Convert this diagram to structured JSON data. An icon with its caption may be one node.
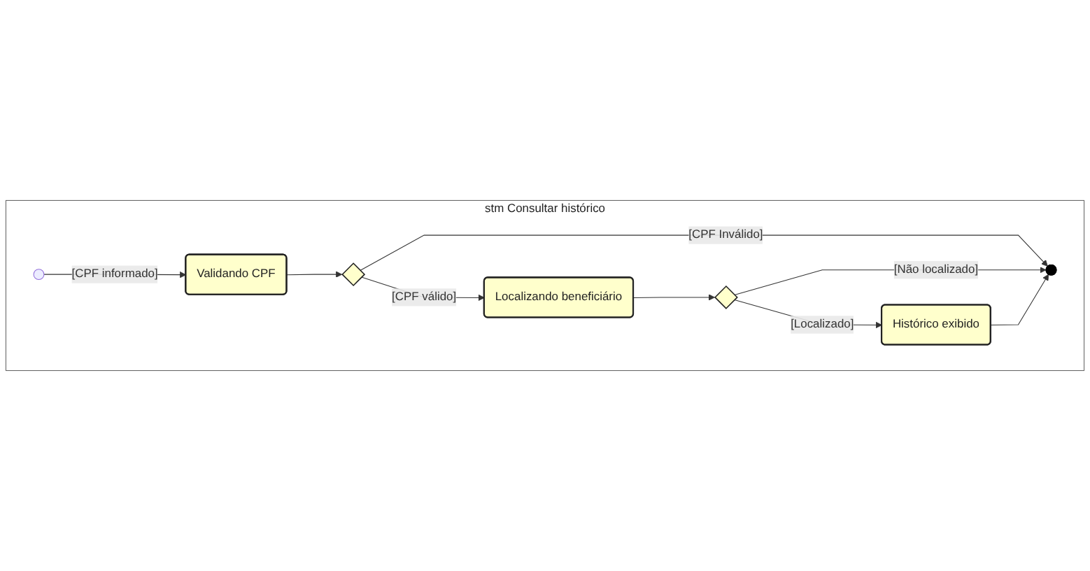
{
  "diagram": {
    "nodes": [
      {
        "text": [
          "stm Consultar histórico"
        ]
      },
      {
        "text": [],
        "shape": "circle",
        "in": 0
      },
      {
        "text": [
          "Validando CPF"
        ],
        "in": 0
      },
      {
        "text": [],
        "shape": "diamond",
        "in": 0
      },
      {
        "text": [
          "Localizando beneficiário"
        ],
        "in": 0
      },
      {
        "text": [],
        "shape": "circle",
        "in": 0
      },
      {
        "text": [],
        "shape": "diamond",
        "in": 0
      },
      {
        "text": [
          "Histórico exibido"
        ],
        "in": 0
      }
    ],
    "edges": [
      {
        "from": 1,
        "to": 2,
        "arrow": "to",
        "label": "[CPF informado]"
      },
      {
        "from": 2,
        "to": 3,
        "arrow": "to"
      },
      {
        "from": 3,
        "to": 4,
        "arrow": "to",
        "label": "[CPF válido]"
      },
      {
        "from": 3,
        "to": 5,
        "arrow": "to",
        "label": "[CPF Inválido]"
      },
      {
        "from": 4,
        "to": 6,
        "arrow": "to"
      },
      {
        "from": 6,
        "to": 5,
        "arrow": "to",
        "label": "[Não localizado]"
      },
      {
        "from": 6,
        "to": 7,
        "arrow": "to",
        "label": "[Localizado]"
      },
      {
        "from": 7,
        "to": 5,
        "arrow": "to"
      }
    ]
  }
}
